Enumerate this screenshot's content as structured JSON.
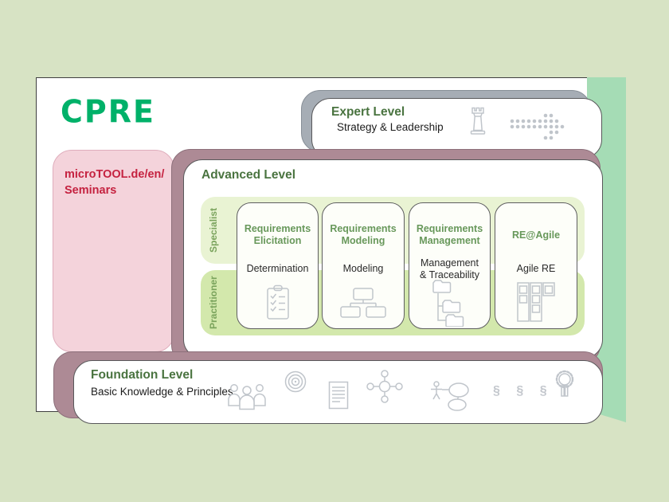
{
  "colors": {
    "background": "#d7e3c4",
    "ribbon_green": "#a5dcb5",
    "logo_green": "#00b169",
    "heading_green": "#4a7440",
    "card_title_green": "#68985b",
    "band_label_green": "#7aa35c",
    "link_red": "#c52240",
    "pink_panel": "#f4d3db",
    "mauve_shadow": "#ad8a95",
    "gray_shadow": "#a6adb5",
    "specialist_band": "#e9f3d3",
    "practitioner_band": "#d3e8ac",
    "icon_gray": "#c0c5cb",
    "text_dark": "#1c1c1c"
  },
  "logo": {
    "text": "CPRE"
  },
  "sidebar_link": {
    "line1": "microTOOL.de/en/",
    "line2": "Seminars"
  },
  "expert": {
    "title": "Expert Level",
    "subtitle": "Strategy & Leadership",
    "icons": [
      "rook-icon",
      "dotted-arrow-icon"
    ]
  },
  "advanced": {
    "title": "Advanced Level",
    "row_labels": [
      "Specialist",
      "Practitioner"
    ],
    "cards": [
      {
        "title_line1": "Requirements",
        "title_line2": "Elicitation",
        "subtitle_line1": "Determination",
        "subtitle_line2": "",
        "icon": "clipboard-checklist-icon"
      },
      {
        "title_line1": "Requirements",
        "title_line2": "Modeling",
        "subtitle_line1": "Modeling",
        "subtitle_line2": "",
        "icon": "hierarchy-icon"
      },
      {
        "title_line1": "Requirements",
        "title_line2": "Management",
        "subtitle_line1": "Management",
        "subtitle_line2": "& Traceability",
        "icon": "folder-tree-icon"
      },
      {
        "title_line1": "RE@Agile",
        "title_line2": "",
        "subtitle_line1": "Agile RE",
        "subtitle_line2": "",
        "icon": "kanban-icon"
      }
    ]
  },
  "foundation": {
    "title": "Foundation Level",
    "subtitle": "Basic Knowledge & Principles",
    "section_signs": "§ § §",
    "icons": [
      "people-group-icon",
      "target-icon",
      "document-icon",
      "network-icon",
      "use-case-icon",
      "section-signs",
      "rosette-icon"
    ]
  }
}
